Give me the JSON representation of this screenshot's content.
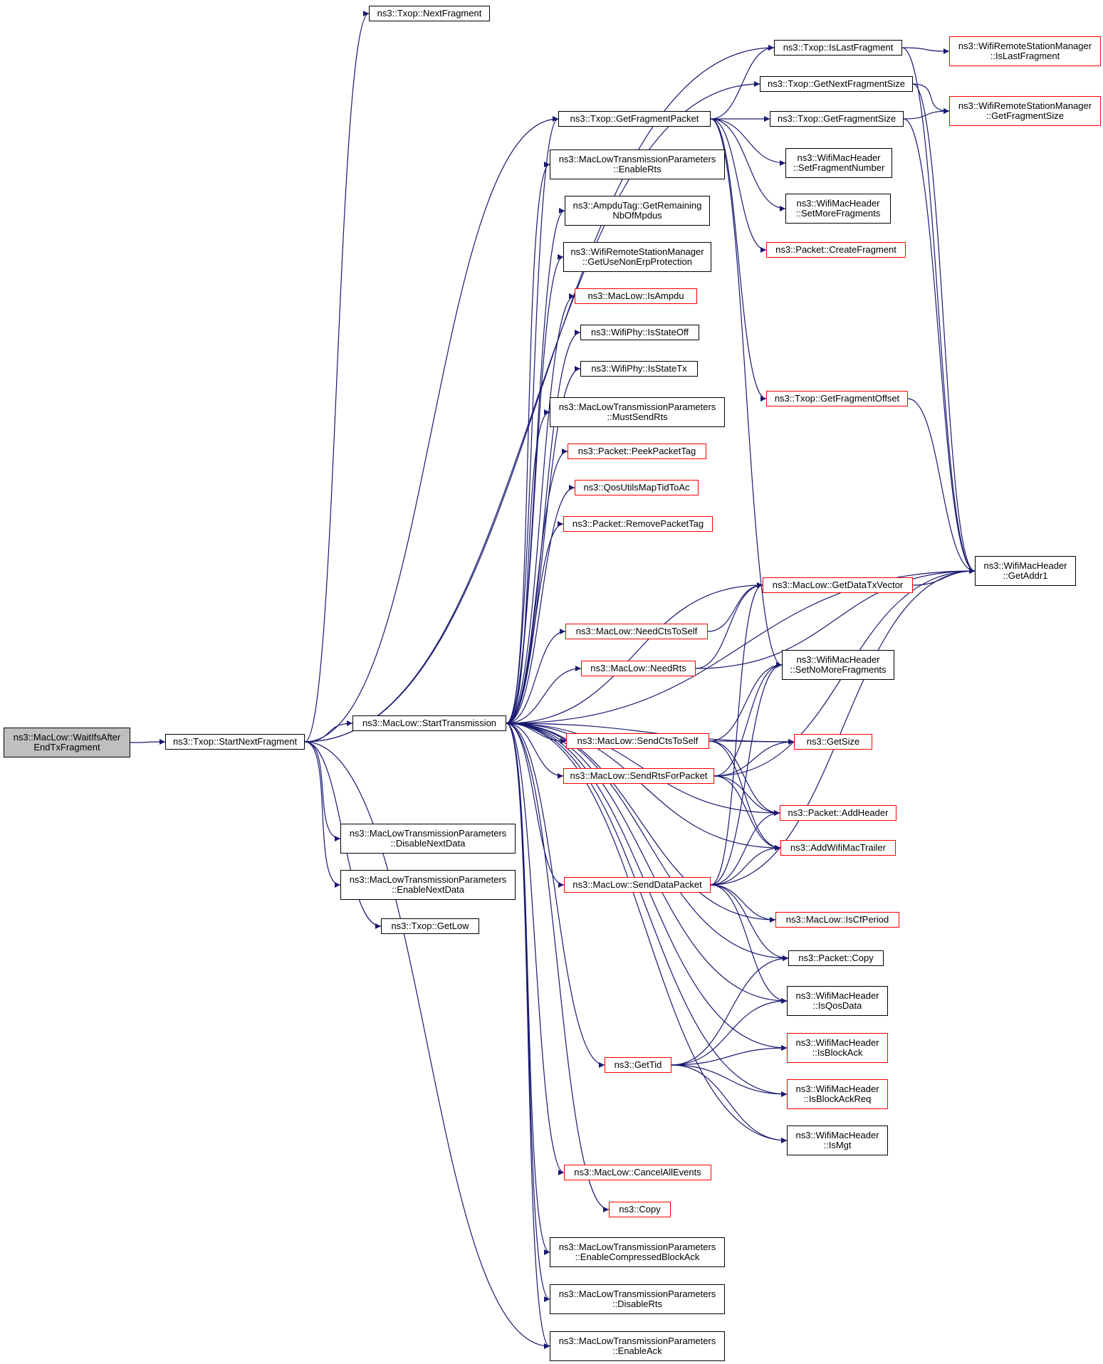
{
  "colors": {
    "edge": "#191970",
    "node_border": "#000000",
    "incomplete_border": "#ff0000",
    "root_fill": "#bfbfbf"
  },
  "nodes": [
    {
      "id": "root",
      "lines": [
        "ns3::MacLow::WaitIfsAfter",
        "EndTxFragment"
      ],
      "style": "root"
    },
    {
      "id": "startNextFragment",
      "lines": [
        "ns3::Txop::StartNextFragment"
      ],
      "style": "normal"
    },
    {
      "id": "nextFragment",
      "lines": [
        "ns3::Txop::NextFragment"
      ],
      "style": "normal"
    },
    {
      "id": "startTransmission",
      "lines": [
        "ns3::MacLow::StartTransmission"
      ],
      "style": "normal"
    },
    {
      "id": "disableNextData",
      "lines": [
        "ns3::MacLowTransmissionParameters",
        "::DisableNextData"
      ],
      "style": "normal"
    },
    {
      "id": "enableNextData",
      "lines": [
        "ns3::MacLowTransmissionParameters",
        "::EnableNextData"
      ],
      "style": "normal"
    },
    {
      "id": "getLow",
      "lines": [
        "ns3::Txop::GetLow"
      ],
      "style": "normal"
    },
    {
      "id": "isLastFragment",
      "lines": [
        "ns3::Txop::IsLastFragment"
      ],
      "style": "normal"
    },
    {
      "id": "getNextFragmentSize",
      "lines": [
        "ns3::Txop::GetNextFragmentSize"
      ],
      "style": "normal"
    },
    {
      "id": "getFragmentPacket",
      "lines": [
        "ns3::Txop::GetFragmentPacket"
      ],
      "style": "normal"
    },
    {
      "id": "enableRts",
      "lines": [
        "ns3::MacLowTransmissionParameters",
        "::EnableRts"
      ],
      "style": "normal"
    },
    {
      "id": "ampduTag",
      "lines": [
        "ns3::AmpduTag::GetRemaining",
        "NbOfMpdus"
      ],
      "style": "normal"
    },
    {
      "id": "useNonErp",
      "lines": [
        "ns3::WifiRemoteStationManager",
        "::GetUseNonErpProtection"
      ],
      "style": "normal"
    },
    {
      "id": "isAmpdu",
      "lines": [
        "ns3::MacLow::IsAmpdu"
      ],
      "style": "red"
    },
    {
      "id": "isStateOff",
      "lines": [
        "ns3::WifiPhy::IsStateOff"
      ],
      "style": "normal"
    },
    {
      "id": "isStateTx",
      "lines": [
        "ns3::WifiPhy::IsStateTx"
      ],
      "style": "normal"
    },
    {
      "id": "mustSendRts",
      "lines": [
        "ns3::MacLowTransmissionParameters",
        "::MustSendRts"
      ],
      "style": "normal"
    },
    {
      "id": "peekPacketTag",
      "lines": [
        "ns3::Packet::PeekPacketTag"
      ],
      "style": "red"
    },
    {
      "id": "qosMap",
      "lines": [
        "ns3::QosUtilsMapTidToAc"
      ],
      "style": "red"
    },
    {
      "id": "removePacketTag",
      "lines": [
        "ns3::Packet::RemovePacketTag"
      ],
      "style": "red"
    },
    {
      "id": "needCtsToSelf",
      "lines": [
        "ns3::MacLow::NeedCtsToSelf"
      ],
      "style": "red"
    },
    {
      "id": "needRts",
      "lines": [
        "ns3::MacLow::NeedRts"
      ],
      "style": "red"
    },
    {
      "id": "sendCtsToSelf",
      "lines": [
        "ns3::MacLow::SendCtsToSelf"
      ],
      "style": "red"
    },
    {
      "id": "sendRtsForPacket",
      "lines": [
        "ns3::MacLow::SendRtsForPacket"
      ],
      "style": "red"
    },
    {
      "id": "sendDataPacket",
      "lines": [
        "ns3::MacLow::SendDataPacket"
      ],
      "style": "red"
    },
    {
      "id": "getTid",
      "lines": [
        "ns3::GetTid"
      ],
      "style": "red"
    },
    {
      "id": "cancelAllEvents",
      "lines": [
        "ns3::MacLow::CancelAllEvents"
      ],
      "style": "red"
    },
    {
      "id": "copyFn",
      "lines": [
        "ns3::Copy"
      ],
      "style": "red"
    },
    {
      "id": "enableCompressedBlockAck",
      "lines": [
        "ns3::MacLowTransmissionParameters",
        "::EnableCompressedBlockAck"
      ],
      "style": "normal"
    },
    {
      "id": "disableRts",
      "lines": [
        "ns3::MacLowTransmissionParameters",
        "::DisableRts"
      ],
      "style": "normal"
    },
    {
      "id": "enableAck",
      "lines": [
        "ns3::MacLowTransmissionParameters",
        "::EnableAck"
      ],
      "style": "normal"
    },
    {
      "id": "getFragmentSize",
      "lines": [
        "ns3::Txop::GetFragmentSize"
      ],
      "style": "normal"
    },
    {
      "id": "setFragmentNumber",
      "lines": [
        "ns3::WifiMacHeader",
        "::SetFragmentNumber"
      ],
      "style": "normal"
    },
    {
      "id": "setMoreFragments",
      "lines": [
        "ns3::WifiMacHeader",
        "::SetMoreFragments"
      ],
      "style": "normal"
    },
    {
      "id": "createFragment",
      "lines": [
        "ns3::Packet::CreateFragment"
      ],
      "style": "red"
    },
    {
      "id": "getFragmentOffset",
      "lines": [
        "ns3::Txop::GetFragmentOffset"
      ],
      "style": "red"
    },
    {
      "id": "getDataTxVector",
      "lines": [
        "ns3::MacLow::GetDataTxVector"
      ],
      "style": "red"
    },
    {
      "id": "setNoMoreFragments",
      "lines": [
        "ns3::WifiMacHeader",
        "::SetNoMoreFragments"
      ],
      "style": "normal"
    },
    {
      "id": "getSize",
      "lines": [
        "ns3::GetSize"
      ],
      "style": "red"
    },
    {
      "id": "addHeader",
      "lines": [
        "ns3::Packet::AddHeader"
      ],
      "style": "red"
    },
    {
      "id": "addWifiMacTrailer",
      "lines": [
        "ns3::AddWifiMacTrailer"
      ],
      "style": "red"
    },
    {
      "id": "isCfPeriod",
      "lines": [
        "ns3::MacLow::IsCfPeriod"
      ],
      "style": "red"
    },
    {
      "id": "packetCopy",
      "lines": [
        "ns3::Packet::Copy"
      ],
      "style": "normal"
    },
    {
      "id": "isQosData",
      "lines": [
        "ns3::WifiMacHeader",
        "::IsQosData"
      ],
      "style": "normal"
    },
    {
      "id": "isBlockAck",
      "lines": [
        "ns3::WifiMacHeader",
        "::IsBlockAck"
      ],
      "style": "red"
    },
    {
      "id": "isBlockAckReq",
      "lines": [
        "ns3::WifiMacHeader",
        "::IsBlockAckReq"
      ],
      "style": "red"
    },
    {
      "id": "isMgt",
      "lines": [
        "ns3::WifiMacHeader",
        "::IsMgt"
      ],
      "style": "normal"
    },
    {
      "id": "wrsmIsLastFragment",
      "lines": [
        "ns3::WifiRemoteStationManager",
        "::IsLastFragment"
      ],
      "style": "red"
    },
    {
      "id": "wrsmGetFragmentSize",
      "lines": [
        "ns3::WifiRemoteStationManager",
        "::GetFragmentSize"
      ],
      "style": "red"
    },
    {
      "id": "getAddr1",
      "lines": [
        "ns3::WifiMacHeader",
        "::GetAddr1"
      ],
      "style": "normal"
    }
  ]
}
